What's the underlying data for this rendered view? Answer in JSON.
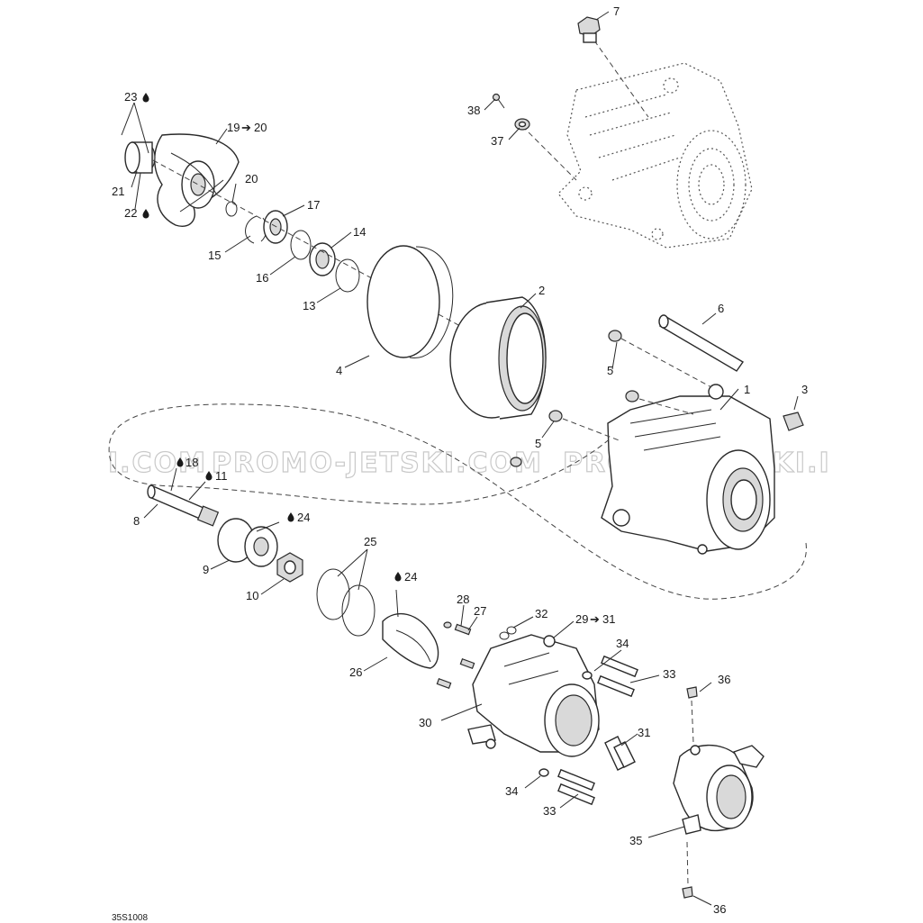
{
  "figure_code": "35S1008",
  "watermark_text": "PROMO-JETSKI.COM",
  "watermark_left_fragment": "I.COM",
  "watermark_right_fragment": "PROMO-JETSKI.I",
  "oil_symbol": "drop-icon",
  "callouts": {
    "c1": "1",
    "c2": "2",
    "c3": "3",
    "c4": "4",
    "c5a": "5",
    "c5b": "5",
    "c6": "6",
    "c7": "7",
    "c8": "8",
    "c9": "9",
    "c10": "10",
    "c11": "11",
    "c13": "13",
    "c14": "14",
    "c15": "15",
    "c16": "16",
    "c17": "17",
    "c18": "18",
    "c19": "19",
    "c19_to": "20",
    "c20": "20",
    "c21": "21",
    "c22": "22",
    "c23": "23",
    "c24a": "24",
    "c24b": "24",
    "c25": "25",
    "c26": "26",
    "c27": "27",
    "c28": "28",
    "c29": "29",
    "c29_to": "31",
    "c30": "30",
    "c31": "31",
    "c32": "32",
    "c33a": "33",
    "c33b": "33",
    "c34a": "34",
    "c34b": "34",
    "c35": "35",
    "c36a": "36",
    "c36b": "36",
    "c37": "37",
    "c38": "38"
  },
  "arrow_glyph": "➔"
}
